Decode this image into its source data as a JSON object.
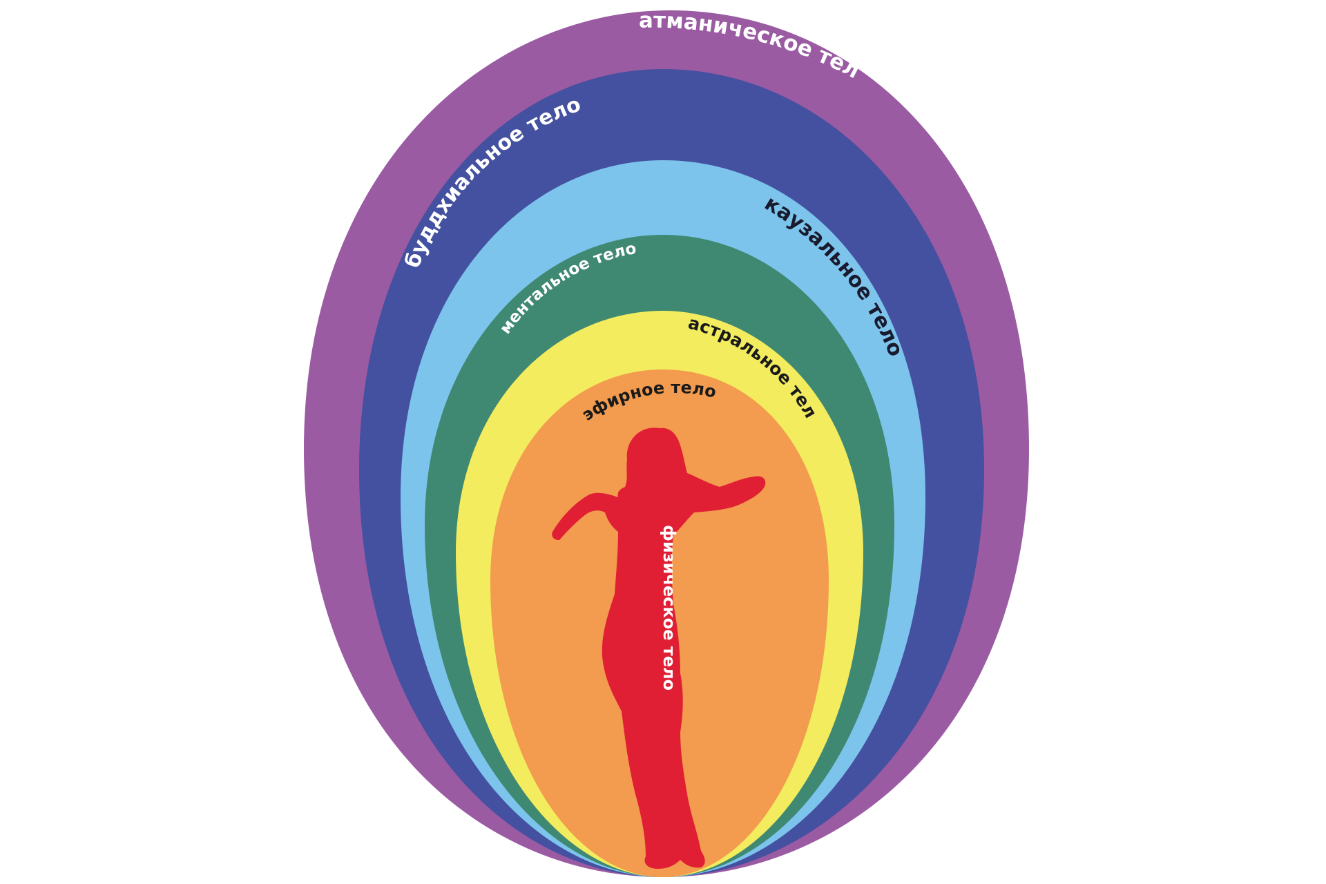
{
  "layers": [
    {
      "id": "atmanic",
      "label": "атманическое тело",
      "color": "#9a5ba3",
      "text_color": "#ffffff"
    },
    {
      "id": "buddhic",
      "label": "буддхиальное тело",
      "color": "#4450a0",
      "text_color": "#ffffff"
    },
    {
      "id": "causal",
      "label": "каузальное тело",
      "color": "#7cc4ec",
      "text_color": "#1a1a2e"
    },
    {
      "id": "mental",
      "label": "ментальное тело",
      "color": "#3f8872",
      "text_color": "#ffffff"
    },
    {
      "id": "astral",
      "label": "астральное тело",
      "color": "#f2ec5e",
      "text_color": "#1a1a1a"
    },
    {
      "id": "etheric",
      "label": "эфирное тело",
      "color": "#f39b4e",
      "text_color": "#1a1a1a"
    }
  ],
  "physical": {
    "label": "физическое тело",
    "color": "#e01f35",
    "text_color": "#ffffff"
  }
}
